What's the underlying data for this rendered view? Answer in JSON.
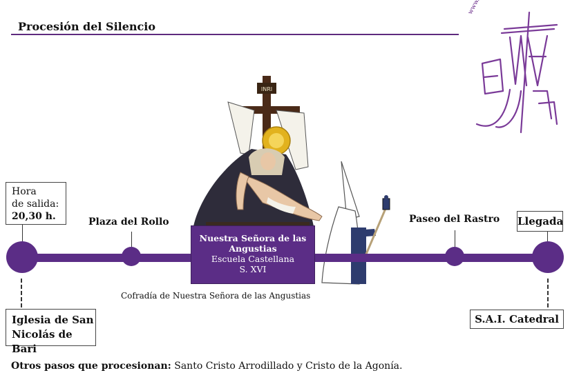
{
  "header": {
    "title": "Procesión del Silencio"
  },
  "start": {
    "time_label_1": "Hora",
    "time_label_2": "de salida:",
    "time_value": "20,30 h.",
    "place_line1": "Iglesia de San",
    "place_line2": "Nicolás de Bari"
  },
  "waypoints": [
    {
      "label": "Plaza del Rollo"
    },
    {
      "label": "Paseo del Rastro"
    }
  ],
  "end": {
    "arrival_label": "Llegada",
    "place": "S.A.I. Catedral"
  },
  "paso": {
    "name_line1": "Nuestra Señora de las",
    "name_line2": "Angustias",
    "school": "Escuela Castellana",
    "century": "S. XVI",
    "cross_sign": "INRI"
  },
  "cofradia": "Cofradía de Nuestra Señora de las Angustias",
  "footer": {
    "lead": "Otros pasos que procesionan:",
    "text": " Santo Cristo Arrodillado y Cristo de la Agonía."
  },
  "watermark": {
    "url": "www.semanasantaavila.com"
  },
  "colors": {
    "accent": "#5b2d86",
    "logo": "#7a3a98"
  }
}
